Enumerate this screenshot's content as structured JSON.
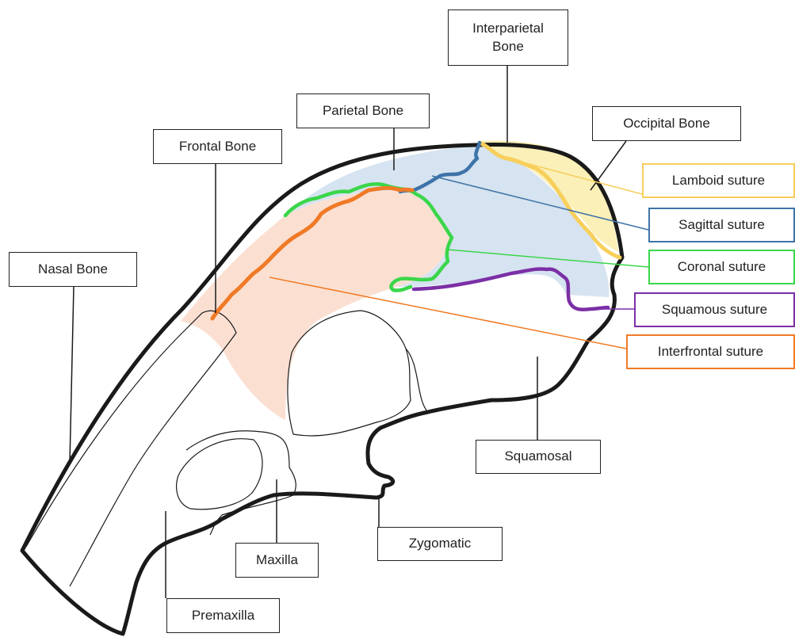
{
  "labels": {
    "interparietal_bone": "Interparietal\nBone",
    "parietal_bone": "Parietal Bone",
    "occipital_bone": "Occipital Bone",
    "frontal_bone": "Frontal Bone",
    "nasal_bone": "Nasal Bone",
    "lamboid_suture": "Lamboid suture",
    "sagittal_suture": "Sagittal suture",
    "coronal_suture": "Coronal suture",
    "squamous_suture": "Squamous suture",
    "interfrontal_suture": "Interfrontal suture",
    "squamosal": "Squamosal",
    "zygomatic": "Zygomatic",
    "maxilla": "Maxilla",
    "premaxilla": "Premaxilla"
  },
  "colors": {
    "outline": "#1a1a1a",
    "parietal_fill": "#d6e3f0",
    "frontal_fill": "#fbe0d2",
    "interparietal_fill": "#fbf0b8",
    "lamboid": "#f7cf5a",
    "sagittal": "#3e74a8",
    "coronal": "#3ad64a",
    "squamous": "#7b2fa6",
    "interfrontal": "#f07a26"
  }
}
